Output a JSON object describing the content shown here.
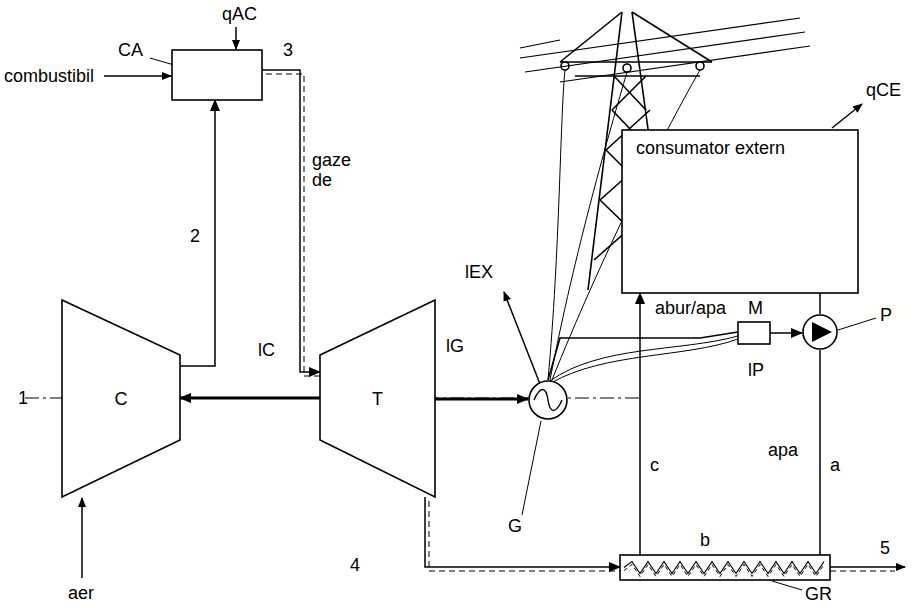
{
  "diagram": {
    "nodes": [
      {
        "text": [
          "C"
        ]
      },
      {
        "text": [
          "T"
        ]
      },
      {
        "text": [
          "CA"
        ]
      },
      {
        "text": [
          "G"
        ]
      },
      {
        "text": [
          "consumator extern"
        ]
      },
      {
        "text": [
          "M"
        ]
      },
      {
        "text": [
          "P"
        ]
      },
      {
        "text": [
          "GR"
        ]
      }
    ],
    "edges": [
      {
        "from": 0,
        "to": 2,
        "arrow": "to",
        "label": "2"
      },
      {
        "from": 2,
        "to": 1,
        "arrow": "to",
        "label": "gaze de"
      },
      {
        "from": 1,
        "to": 0,
        "arrow": "to",
        "label": "lC"
      },
      {
        "from": 1,
        "to": 3,
        "arrow": "to",
        "label": "lG"
      },
      {
        "from": 1,
        "to": 7,
        "arrow": "to"
      },
      {
        "from": 7,
        "to": 4,
        "arrow": "to",
        "label": "c"
      },
      {
        "from": 4,
        "to": 6,
        "arrow": "none"
      },
      {
        "from": 6,
        "to": 7,
        "arrow": "none",
        "label": "a"
      },
      {
        "from": 5,
        "to": 6,
        "arrow": "to"
      },
      {
        "from": 3,
        "to": 5,
        "arrow": "none"
      }
    ],
    "labels": [
      "combustibil",
      "qAC",
      "3",
      "1",
      "aer",
      "lEX",
      "abur/apa",
      "lP",
      "apa",
      "b",
      "4",
      "5",
      "qCE"
    ]
  }
}
